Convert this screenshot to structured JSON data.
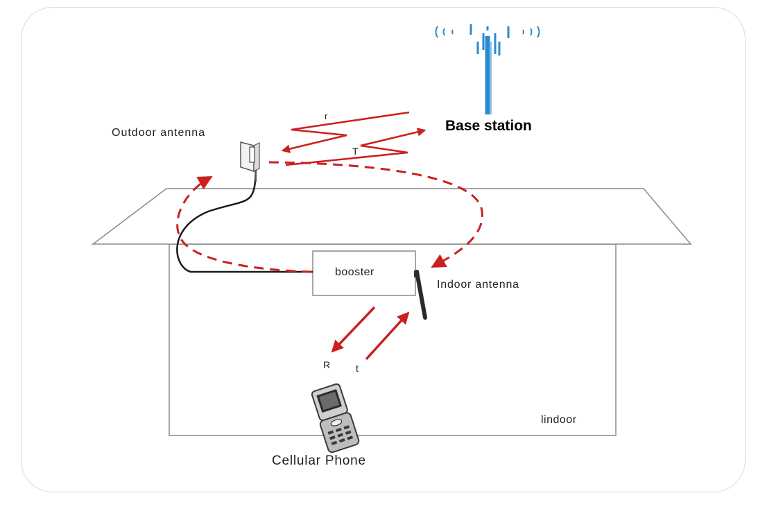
{
  "labels": {
    "outdoor_antenna": "Outdoor antenna",
    "base_station": "Base station",
    "booster": "booster",
    "indoor_antenna": "Indoor antenna",
    "indoor": "lindoor",
    "cellular_phone": "Cellular Phone"
  },
  "signal_labels": {
    "outdoor_receive": "r",
    "outdoor_transmit": "T",
    "indoor_receive": "R",
    "indoor_transmit": "t"
  },
  "colors": {
    "signal_red": "#cc1f1f",
    "tower_blue": "#2a8ad0",
    "outline_gray": "#8a8a8a",
    "cable_black": "#1a1a1a",
    "panel_border": "#d9d9d9"
  },
  "icons": {
    "tower": "cell-tower-icon",
    "outdoor_antenna": "panel-antenna-icon",
    "indoor_antenna": "whip-antenna-icon",
    "phone": "flip-phone-icon"
  }
}
